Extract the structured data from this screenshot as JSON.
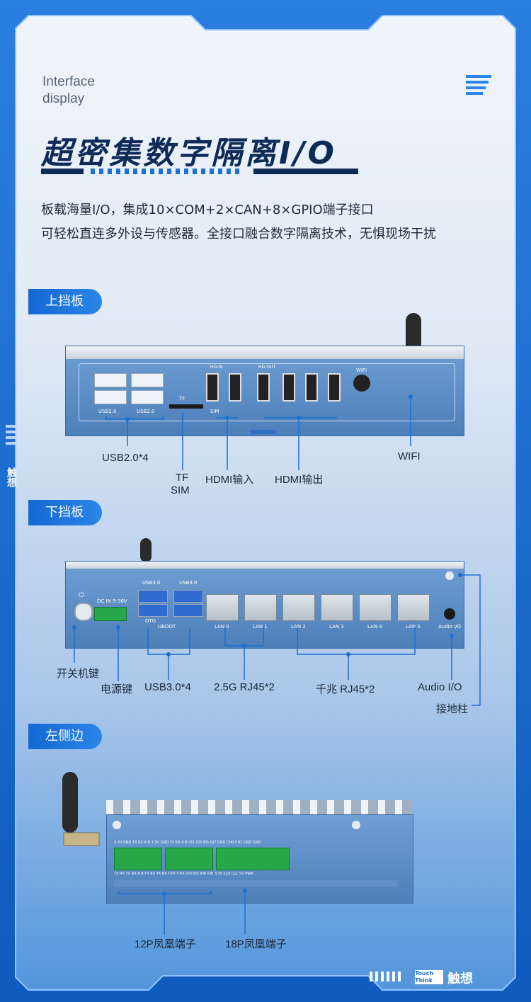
{
  "header": {
    "kicker": "Interface\ndisplay",
    "title": "超密集数字隔离I/O",
    "desc_line1": "板载海量I/O，集成10×COM+2×CAN+8×GPIO端子接口",
    "desc_line2": "可轻松直连多外设与传感器。全接口融合数字隔离技术，无惧现场干扰"
  },
  "brand": {
    "name": "触想",
    "logo_text": "Touch Think"
  },
  "sections": {
    "top": "上挡板",
    "bottom": "下挡板",
    "left": "左侧边"
  },
  "top_panel": {
    "labels": {
      "usb": "USB2.0*4",
      "tf": "TF",
      "sim": "SIM",
      "hdmi_in": "HDMI输入",
      "hdmi_out": "HDMI输出",
      "wifi": "WIFI"
    },
    "silk": {
      "usb_a": "USB2.0",
      "usb_b": "USB2.0",
      "tf": "TF",
      "sim": "SIM",
      "hdmi_in": "HD-IN",
      "hdmi_out": "HD-OUT",
      "wifi": "WIFI"
    }
  },
  "bottom_panel": {
    "labels": {
      "power_btn": "开关机键",
      "power_in": "电源键",
      "usb3": "USB3.0*4",
      "rj25": "2.5G RJ45*2",
      "rj1g": "千兆 RJ45*2",
      "audio": "Audio I/O",
      "ground": "接地柱"
    },
    "silk": {
      "dc": "DC IN 9-36V",
      "usb3": "USB3.0",
      "otg": "OTG",
      "uboot": "UBOOT",
      "lan": [
        "LAN 0",
        "LAN 1",
        "LAN 2",
        "LAN 3",
        "LAN 4",
        "LAN 5"
      ],
      "audio": "Audio I/O"
    }
  },
  "left_panel": {
    "labels": {
      "p12": "12P凤凰端子",
      "p18": "18P凤凰端子"
    },
    "silk": {
      "top_row": "3.3V GND TX RX A B   3.3V GND TX RX A B   IO1 IO3 IO5 IO7 GND CH0 CH1 GND GND",
      "bottom_row": "TX RX TX RX A B   TX RX TX RX T-TX T-RX   IO0 IO2 IO4 IO6 3.3V CL0 CL1 5V PWR"
    }
  },
  "colors": {
    "accent": "#1d6fd0",
    "title": "#0e2b57",
    "device": "#5b8dc7"
  }
}
